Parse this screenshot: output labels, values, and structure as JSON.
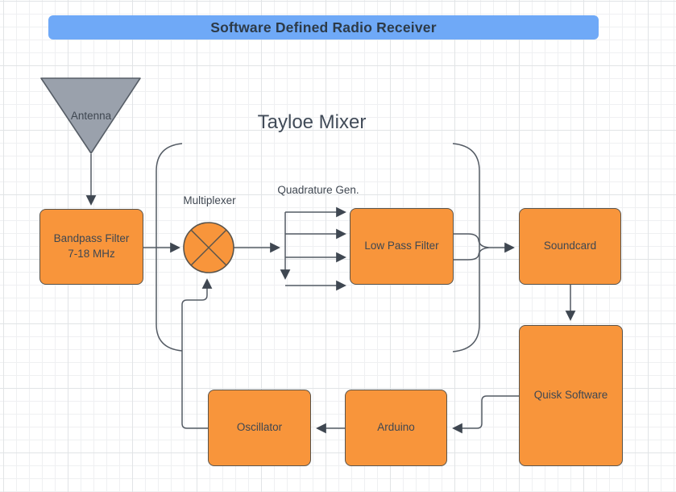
{
  "title": {
    "text": "Software Defined Radio Receiver"
  },
  "diagram": {
    "group_label": "Tayloe Mixer",
    "labels": {
      "antenna": "Antenna",
      "multiplexer": "Multiplexer",
      "quadrature": "Quadrature Gen."
    },
    "nodes": {
      "bandpass": {
        "lines": [
          "Bandpass Filter",
          "7-18 MHz"
        ]
      },
      "lpf": {
        "label": "Low Pass Filter"
      },
      "soundcard": {
        "label": "Soundcard"
      },
      "quisk": {
        "label": "Quisk Software"
      },
      "oscillator": {
        "label": "Oscillator"
      },
      "arduino": {
        "label": "Arduino"
      }
    },
    "edges": [
      {
        "from": "Antenna",
        "to": "Bandpass Filter 7-18 MHz"
      },
      {
        "from": "Bandpass Filter 7-18 MHz",
        "to": "Multiplexer"
      },
      {
        "from": "Multiplexer",
        "to": "Quadrature Gen."
      },
      {
        "from": "Quadrature Gen.",
        "to": "Low Pass Filter",
        "parallel_lines": 4
      },
      {
        "from": "Low Pass Filter",
        "to": "Soundcard",
        "merged_lines": 2
      },
      {
        "from": "Soundcard",
        "to": "Quisk Software"
      },
      {
        "from": "Quisk Software",
        "to": "Arduino"
      },
      {
        "from": "Arduino",
        "to": "Oscillator"
      },
      {
        "from": "Oscillator",
        "to": "Multiplexer"
      }
    ],
    "colors": {
      "title_fill": "#6FA9F7",
      "node_fill": "#F8953B",
      "node_stroke": "#59544C",
      "antenna_fill": "#9AA1AC",
      "wire": "#545B64",
      "text": "#3F4751",
      "grid_minor": "#EFF0F2",
      "grid_major": "#E1E4E6"
    }
  }
}
